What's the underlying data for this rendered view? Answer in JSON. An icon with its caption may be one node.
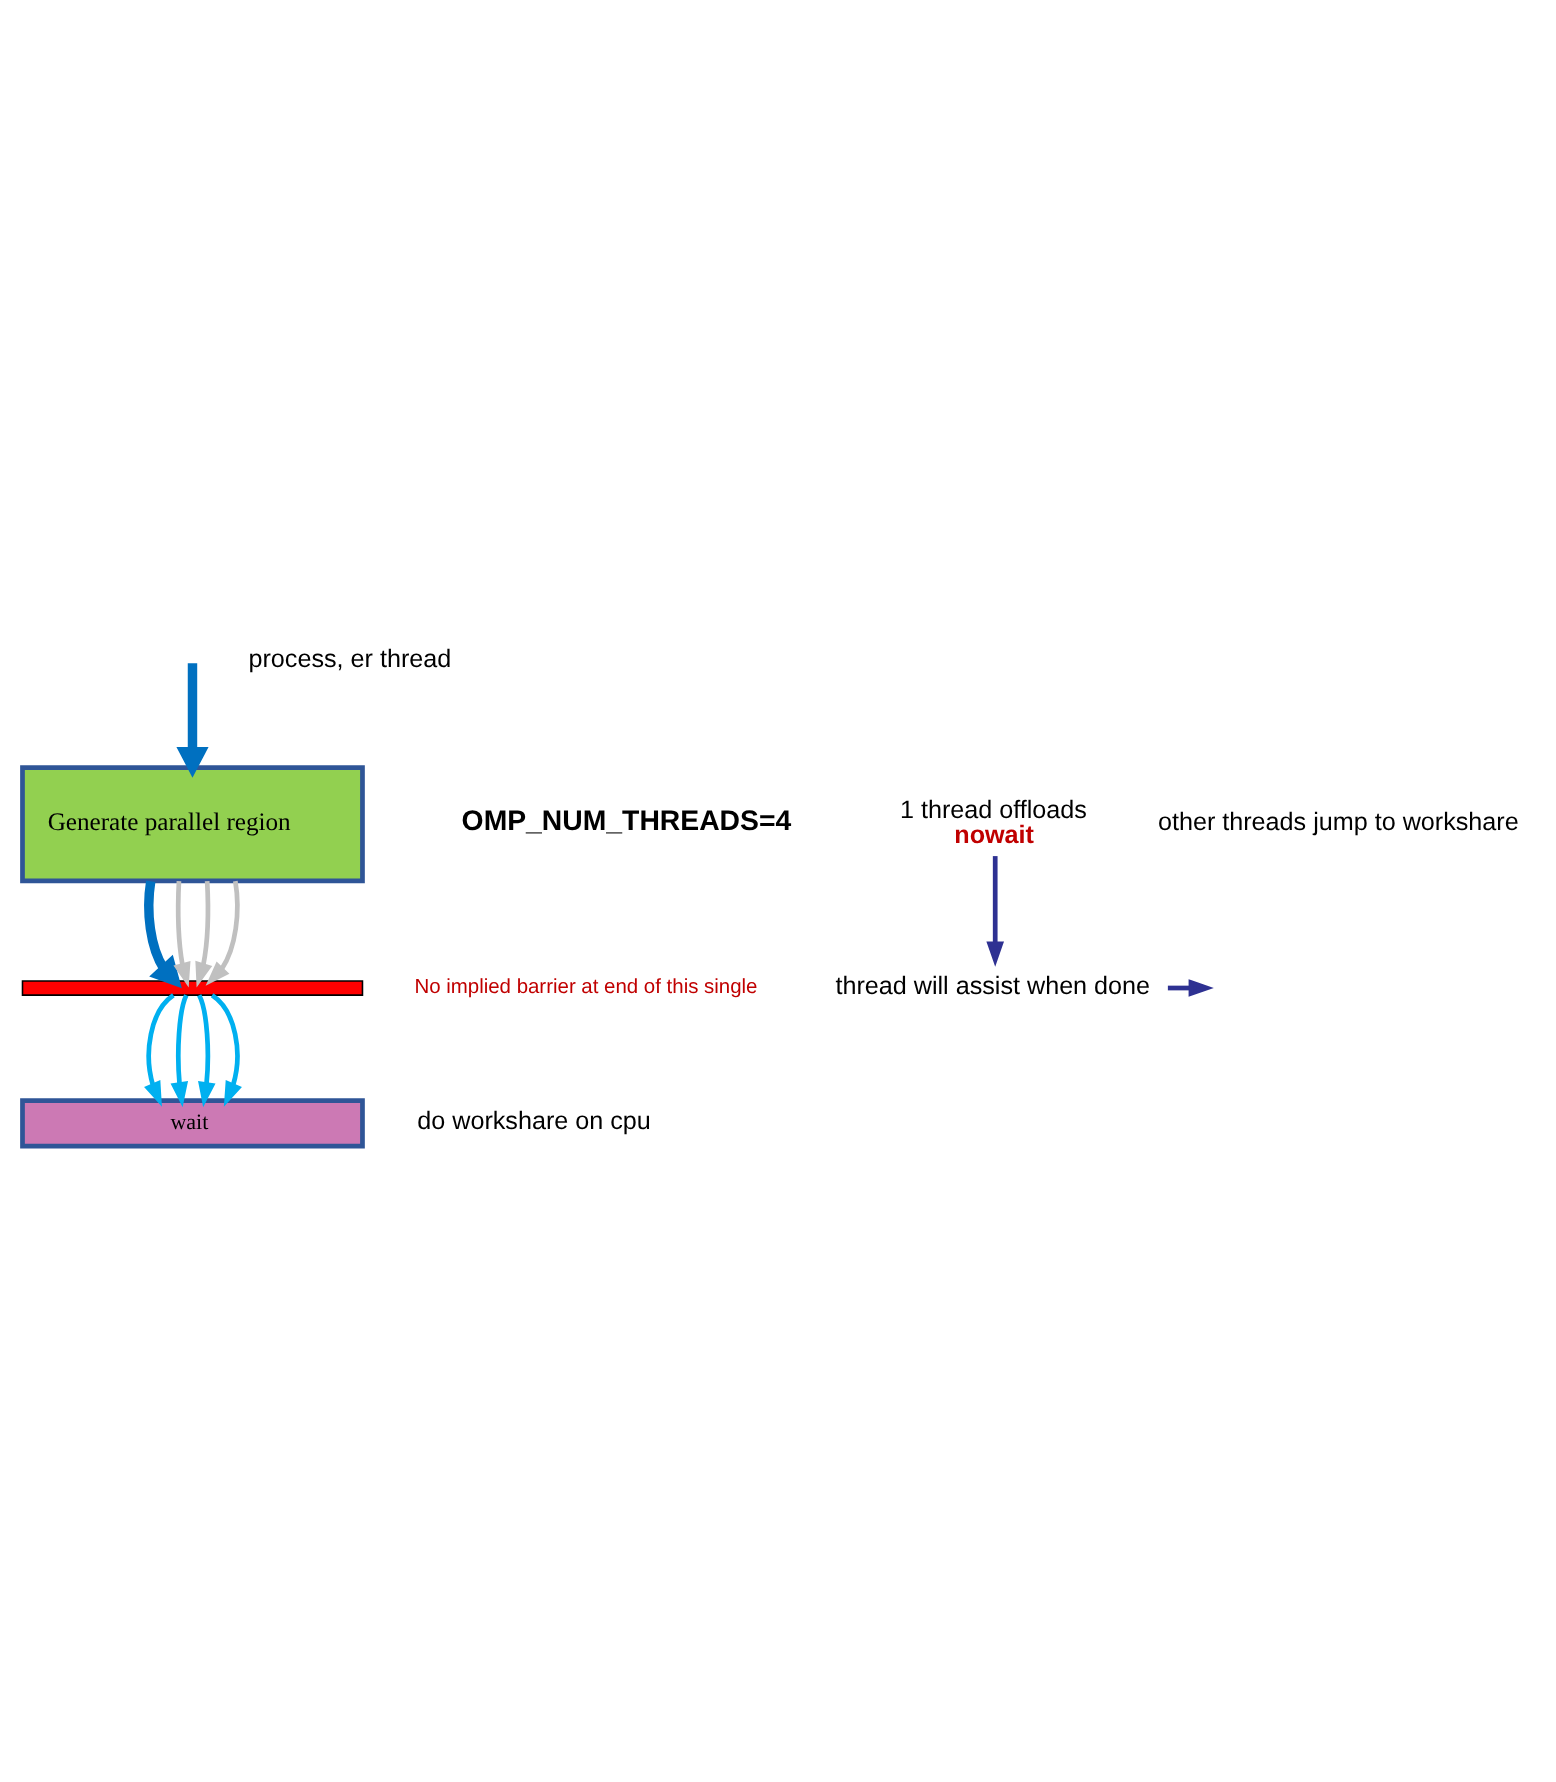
{
  "diagram": {
    "nodes": [
      {
        "text": [
          "Generate parallel region"
        ],
        "beside": [
          "OMP_NUM_THREADS=4"
        ]
      },
      {
        "text": [],
        "shape": "bar",
        "beside": [
          "No implied barrier at end of this single"
        ]
      },
      {
        "text": [
          "wait"
        ]
      },
      {
        "text": [
          "1 thread offloads",
          "nowait"
        ]
      },
      {
        "text": [
          "thread will assist when done"
        ]
      }
    ],
    "edges": [
      {
        "from": null,
        "to": 0,
        "arrow": "to",
        "style": "thick",
        "color": "#0070c0"
      },
      {
        "from": 0,
        "to": 1,
        "arrow": "to",
        "style": "thick",
        "color": "#0070c0"
      },
      {
        "from": 0,
        "to": 1,
        "arrow": "to",
        "color": "#c0c0c0"
      },
      {
        "from": 0,
        "to": 1,
        "arrow": "to",
        "color": "#c0c0c0"
      },
      {
        "from": 0,
        "to": 1,
        "arrow": "to",
        "color": "#c0c0c0"
      },
      {
        "from": 1,
        "to": 2,
        "arrow": "to"
      },
      {
        "from": 1,
        "to": 2,
        "arrow": "to"
      },
      {
        "from": 1,
        "to": 2,
        "arrow": "to"
      },
      {
        "from": 1,
        "to": 2,
        "arrow": "to"
      },
      {
        "from": 3,
        "to": 4,
        "arrow": "to",
        "color": "#2e3192"
      },
      {
        "from": 4,
        "to": null,
        "arrow": "to",
        "color": "#2e3192"
      }
    ],
    "labels": [
      "process, er thread",
      "other threads jump to workshare",
      "do workshare on cpu"
    ]
  }
}
